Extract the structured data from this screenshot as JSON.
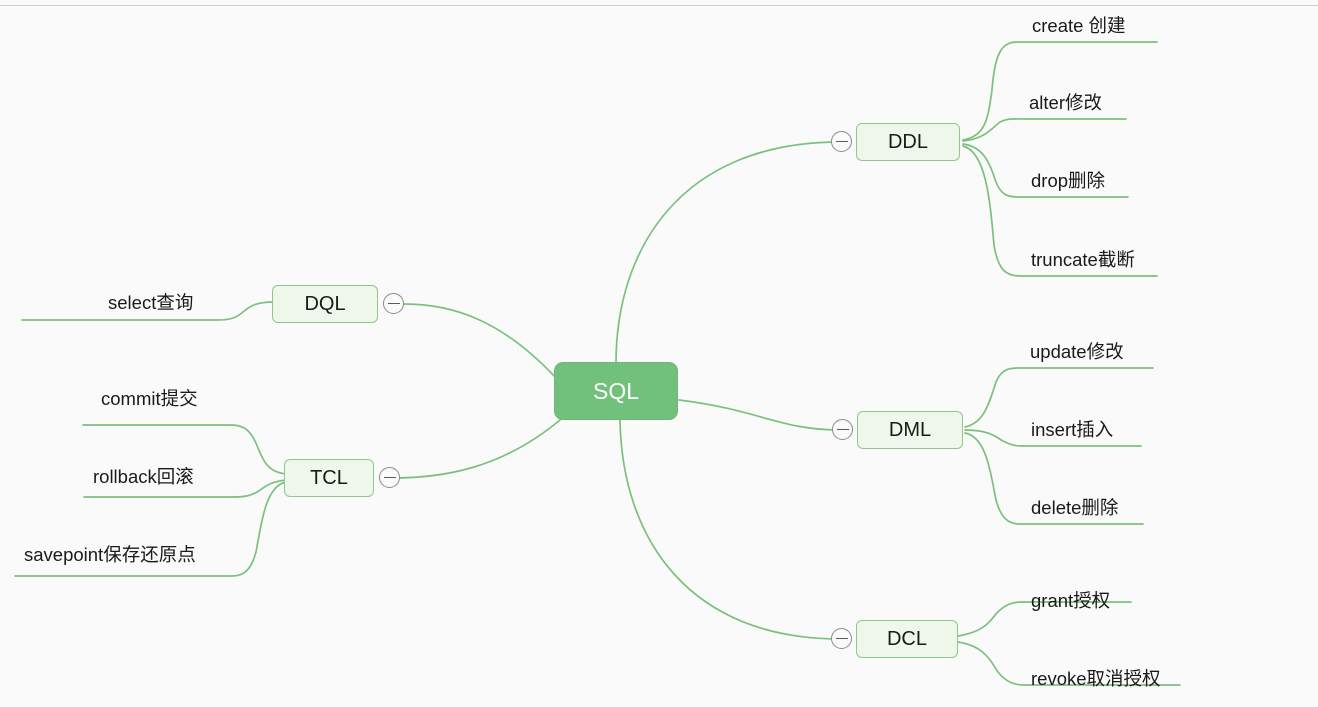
{
  "diagram": {
    "type": "mind-map",
    "title": "SQL",
    "background_color": "#fafafa",
    "root_color": "#71c07b",
    "branch_fill_color": "#eff7ea",
    "branch_border_color": "#8dc98a",
    "connector_color": "#7cc07f",
    "text_color": "#1a1a1a"
  },
  "root": {
    "label": "SQL"
  },
  "branches": [
    {
      "id": "ddl",
      "label": "DDL",
      "side": "right",
      "toggle": "collapse-toggle",
      "children": [
        {
          "label": "create 创建"
        },
        {
          "label": "alter修改"
        },
        {
          "label": "drop删除"
        },
        {
          "label": "truncate截断"
        }
      ]
    },
    {
      "id": "dml",
      "label": "DML",
      "side": "right",
      "toggle": "collapse-toggle",
      "children": [
        {
          "label": "update修改"
        },
        {
          "label": "insert插入"
        },
        {
          "label": "delete删除"
        }
      ]
    },
    {
      "id": "dcl",
      "label": "DCL",
      "side": "right",
      "toggle": "collapse-toggle",
      "children": [
        {
          "label": "grant授权"
        },
        {
          "label": "revoke取消授权"
        }
      ]
    },
    {
      "id": "dql",
      "label": "DQL",
      "side": "left",
      "toggle": "collapse-toggle",
      "children": [
        {
          "label": "select查询"
        }
      ]
    },
    {
      "id": "tcl",
      "label": "TCL",
      "side": "left",
      "toggle": "collapse-toggle",
      "children": [
        {
          "label": "commit提交"
        },
        {
          "label": "rollback回滚"
        },
        {
          "label": "savepoint保存还原点"
        }
      ]
    }
  ]
}
